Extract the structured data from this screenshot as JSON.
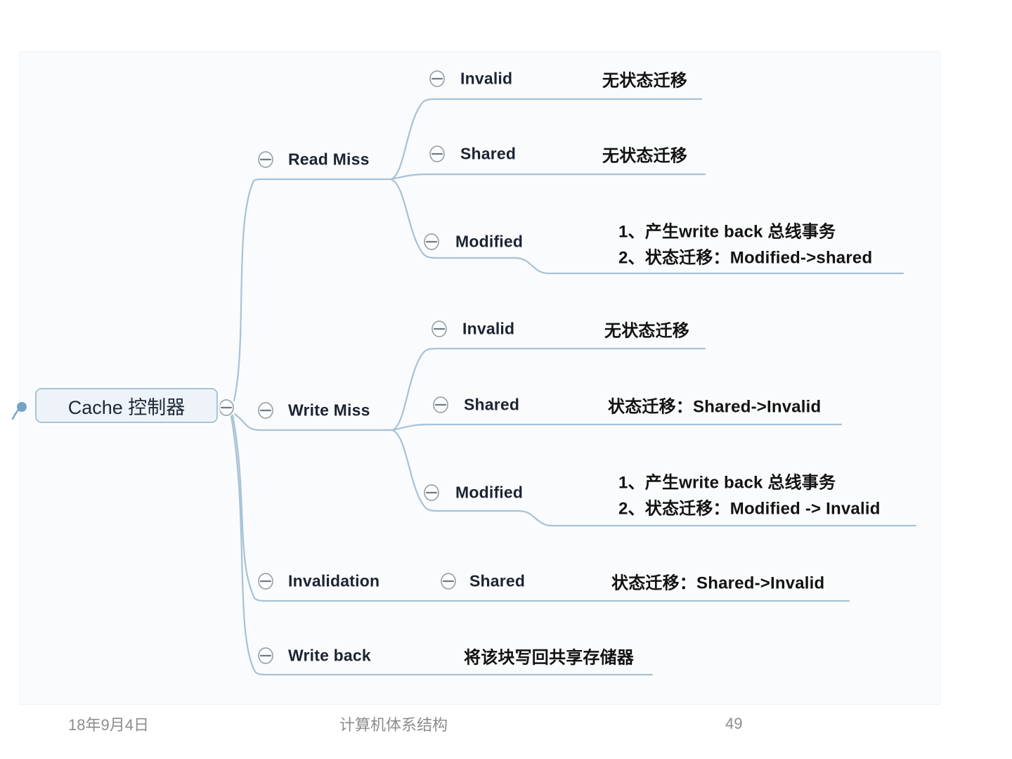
{
  "root": {
    "label": "Cache 控制器"
  },
  "branches": {
    "read_miss": {
      "label": "Read Miss",
      "children": {
        "invalid": {
          "label": "Invalid",
          "note": "无状态迁移"
        },
        "shared": {
          "label": "Shared",
          "note": "无状态迁移"
        },
        "modified": {
          "label": "Modified",
          "note1": "1、产生write back 总线事务",
          "note2": "2、状态迁移：Modified->shared"
        }
      }
    },
    "write_miss": {
      "label": "Write Miss",
      "children": {
        "invalid": {
          "label": "Invalid",
          "note": "无状态迁移"
        },
        "shared": {
          "label": "Shared",
          "note": "状态迁移：Shared->Invalid"
        },
        "modified": {
          "label": "Modified",
          "note1": "1、产生write back 总线事务",
          "note2": "2、状态迁移：Modified -> Invalid"
        }
      }
    },
    "invalidation": {
      "label": "Invalidation",
      "children": {
        "shared": {
          "label": "Shared",
          "note": "状态迁移：Shared->Invalid"
        }
      }
    },
    "write_back": {
      "label": "Write back",
      "note": "将该块写回共享存储器"
    }
  },
  "footer": {
    "date": "18年9月4日",
    "course": "计算机体系结构",
    "page": "49"
  },
  "colors": {
    "branch_line": "#a7c2d7",
    "root_fill": "#edf3f8",
    "root_border": "#a9c3d8",
    "node_text": "#1c2433",
    "note_text": "#121212",
    "footer_text": "#8c8c8c",
    "collapse_icon_stroke": "#98a4ac",
    "parent_dot": "#74a4c4"
  }
}
